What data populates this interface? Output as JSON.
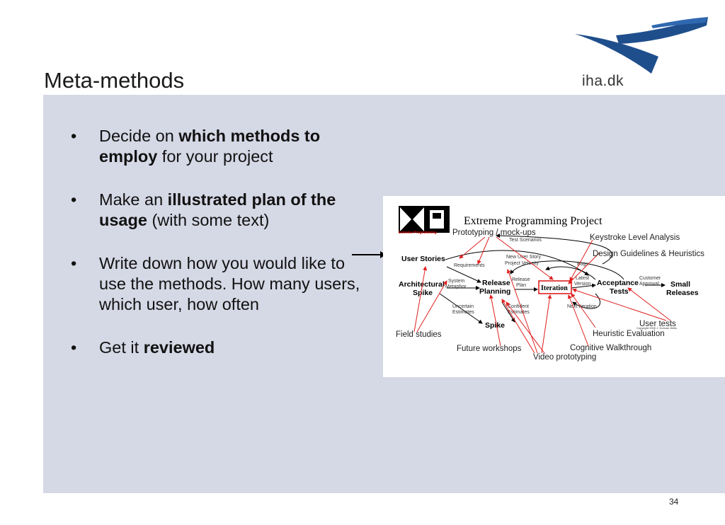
{
  "slide": {
    "title": "Meta-methods",
    "logo_text": "iha.dk",
    "page_number": "34"
  },
  "bullets": [
    {
      "parts": [
        {
          "t": "Decide on ",
          "b": false
        },
        {
          "t": "which methods to employ",
          "b": true
        },
        {
          "t": " for your project",
          "b": false
        }
      ]
    },
    {
      "parts": [
        {
          "t": "Make an ",
          "b": false
        },
        {
          "t": "illustrated plan of the usage",
          "b": true
        },
        {
          "t": " (with some text)",
          "b": false
        }
      ]
    },
    {
      "parts": [
        {
          "t": "Write down how you would like to use the methods. How many users, which user, how often",
          "b": false
        }
      ]
    },
    {
      "parts": [
        {
          "t": "Get it ",
          "b": false
        },
        {
          "t": "reviewed",
          "b": true
        }
      ]
    }
  ],
  "figure": {
    "title": "Extreme Programming Project",
    "logo_caption": "Extreme Programming",
    "nodes": {
      "user_stories": "User Stories",
      "architectural": "Architectural",
      "spike": "Spike",
      "release": "Release",
      "planning": "Planning",
      "spike2": "Spike",
      "iteration": "Iteration",
      "acceptance": "Acceptance",
      "tests": "Tests",
      "small": "Small",
      "releases": "Releases"
    },
    "small_labels": {
      "test_scenarios": "Test Scenarios",
      "requirements": "Requirements",
      "new_user_story": "New User Story",
      "project_velocity": "Project Velocity",
      "bugs": "Bugs",
      "system": "System",
      "metaphor": "Metaphor",
      "release_lbl": "Release",
      "plan_lbl": "Plan",
      "latest": "Latest",
      "version": "Version",
      "customer": "Customer",
      "approval": "Approval",
      "uncertain": "Uncertain",
      "estimates": "Estimates",
      "confident": "Confident",
      "estimates2": "Estimates",
      "next_iteration": "Next Iteration",
      "copyright": "Copyright 2000 J. Donvan Wells"
    },
    "annotations": {
      "prototyping": "Prototyping / mock-ups",
      "keystroke": "Keystroke Level Analysis",
      "design_guidelines": "Design Guidelines & Heuristics",
      "user_tests": "User tests",
      "heuristic": "Heuristic Evaluation",
      "cognitive": "Cognitive Walkthrough",
      "field_studies": "Field studies",
      "future_workshops": "Future workshops",
      "video_prototyping": "Video prototyping"
    },
    "colors": {
      "annotation_arrow": "#e02020",
      "iteration_box": "#d11"
    }
  }
}
